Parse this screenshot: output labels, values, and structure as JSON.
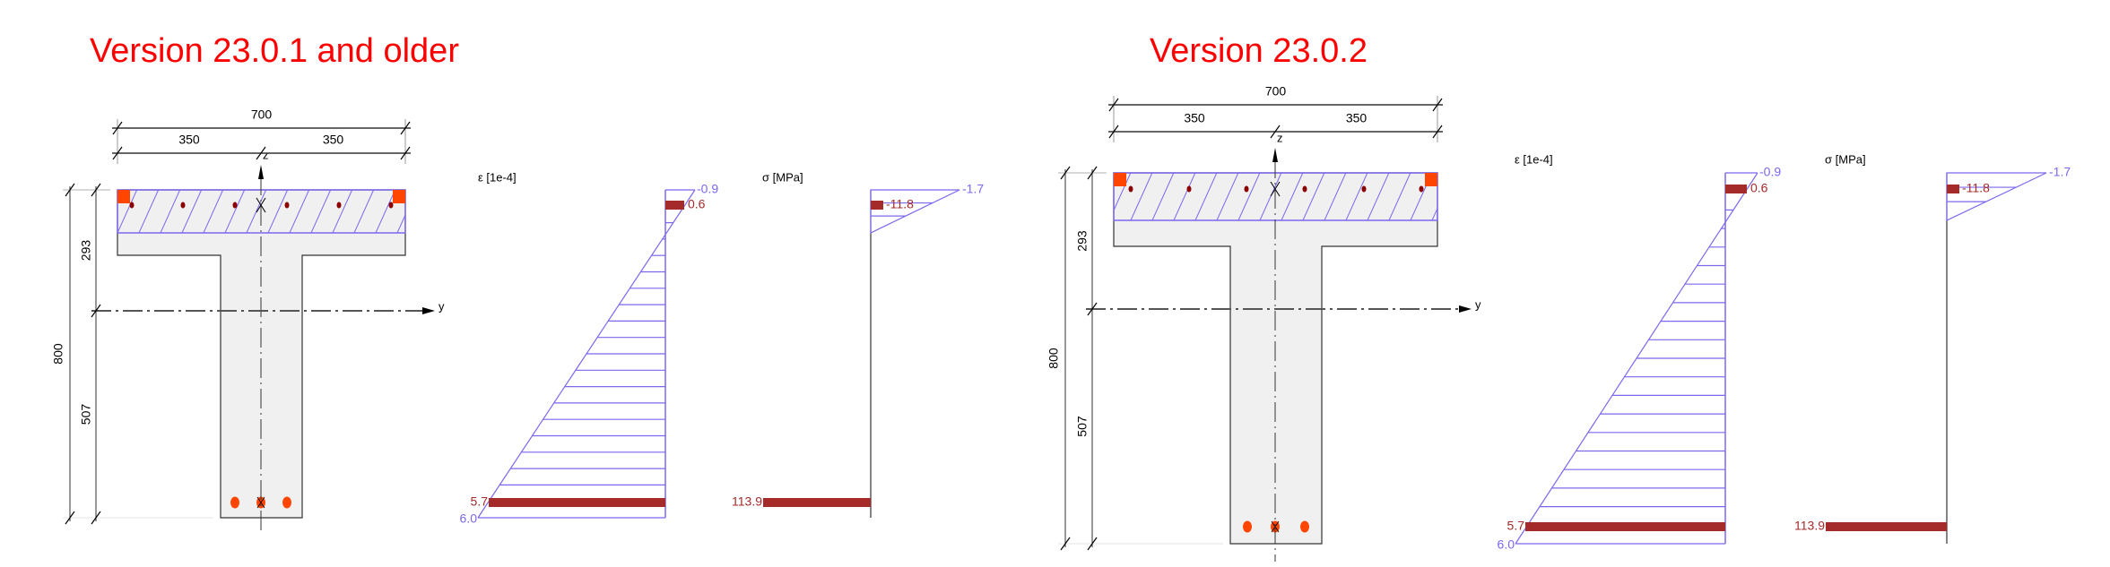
{
  "colors": {
    "title": "#ff0000",
    "section_fill": "#f0f0f0",
    "compression_blue": "#7b68ee",
    "rebar_tension": "#a52a2a",
    "rebar_marker": "#ff4500",
    "rebar_dot": "#8b0000"
  },
  "panels": [
    {
      "title": "Version 23.0.1 and older",
      "dims": {
        "total_width": "700",
        "half_left": "350",
        "half_right": "350",
        "height": "800",
        "top_part": "293",
        "bottom_part": "507"
      },
      "axes": {
        "y": "y",
        "z": "z"
      },
      "strain": {
        "label": "ε [1e-4]",
        "top": "-0.9",
        "top_rebar": "0.6",
        "bottom_rebar": "5.7",
        "bottom": "6.0"
      },
      "stress": {
        "label": "σ [MPa]",
        "top": "-1.7",
        "top_rebar": "-11.8",
        "bottom_rebar": "113.9"
      }
    },
    {
      "title": "Version 23.0.2",
      "dims": {
        "total_width": "700",
        "half_left": "350",
        "half_right": "350",
        "height": "800",
        "top_part": "293",
        "bottom_part": "507"
      },
      "axes": {
        "y": "y",
        "z": "z"
      },
      "strain": {
        "label": "ε [1e-4]",
        "top": "-0.9",
        "top_rebar": "0.6",
        "bottom_rebar": "5.7",
        "bottom": "6.0"
      },
      "stress": {
        "label": "σ [MPa]",
        "top": "-1.7",
        "top_rebar": "-11.8",
        "bottom_rebar": "113.9"
      }
    }
  ]
}
